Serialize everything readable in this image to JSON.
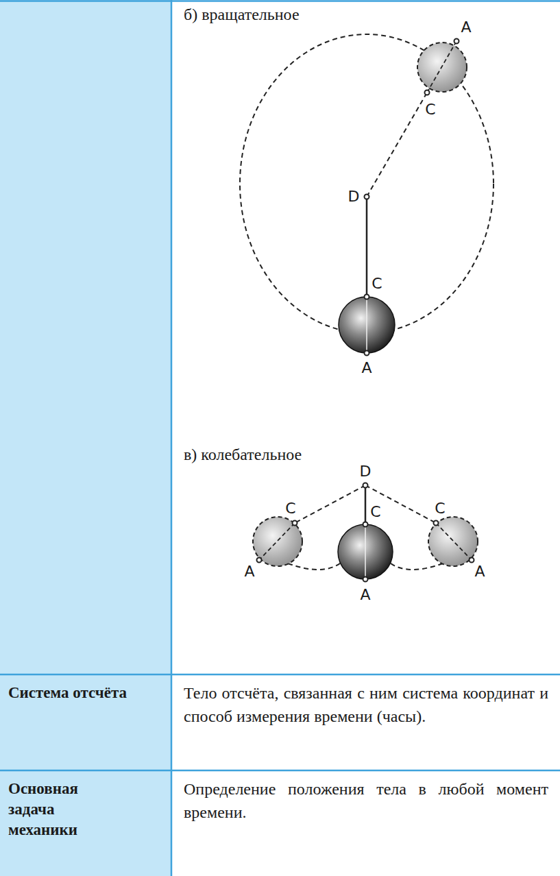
{
  "diagram": {
    "labels": [
      "б) вращательное",
      "A",
      "C",
      "D",
      "C",
      "A",
      "в) колебательное",
      "D",
      "C",
      "C",
      "C",
      "A",
      "A",
      "A",
      "Система отсчёта",
      "Тело отсчёта, связанная с ним система координат и способ измерения времени (часы).",
      "Основная задача механики",
      "Определение положения тела в любой момент времени."
    ]
  }
}
